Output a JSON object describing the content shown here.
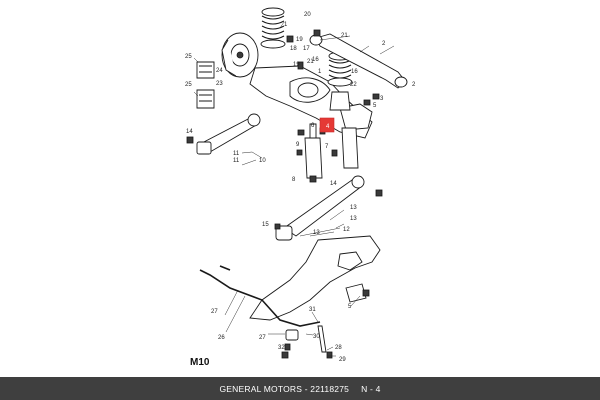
{
  "diagram": {
    "code": "M10",
    "callouts": [
      {
        "id": "c1",
        "text": "1"
      },
      {
        "id": "c20",
        "text": "20"
      },
      {
        "id": "c19a",
        "text": "19"
      },
      {
        "id": "c21a",
        "text": "21"
      },
      {
        "id": "c2a",
        "text": "2"
      },
      {
        "id": "c18",
        "text": "18"
      },
      {
        "id": "c17",
        "text": "17"
      },
      {
        "id": "c16a",
        "text": "16"
      },
      {
        "id": "c19b",
        "text": "19"
      },
      {
        "id": "c21b",
        "text": "21"
      },
      {
        "id": "c25a",
        "text": "25"
      },
      {
        "id": "c24",
        "text": "24"
      },
      {
        "id": "c23",
        "text": "23"
      },
      {
        "id": "c1b",
        "text": "1"
      },
      {
        "id": "c16b",
        "text": "16"
      },
      {
        "id": "c22",
        "text": "22"
      },
      {
        "id": "c2b",
        "text": "2"
      },
      {
        "id": "c25b",
        "text": "25"
      },
      {
        "id": "c3",
        "text": "3"
      },
      {
        "id": "c5a",
        "text": "5"
      },
      {
        "id": "c4",
        "text": "4"
      },
      {
        "id": "c6",
        "text": "6"
      },
      {
        "id": "c14a",
        "text": "14"
      },
      {
        "id": "c9",
        "text": "9"
      },
      {
        "id": "c7",
        "text": "7"
      },
      {
        "id": "c11a",
        "text": "11"
      },
      {
        "id": "c11b",
        "text": "11"
      },
      {
        "id": "c10",
        "text": "10"
      },
      {
        "id": "c8",
        "text": "8"
      },
      {
        "id": "c14b",
        "text": "14"
      },
      {
        "id": "c13a",
        "text": "13"
      },
      {
        "id": "c13b",
        "text": "13"
      },
      {
        "id": "c15",
        "text": "15"
      },
      {
        "id": "c13c",
        "text": "13"
      },
      {
        "id": "c12",
        "text": "12"
      },
      {
        "id": "c5b",
        "text": "5"
      },
      {
        "id": "c27",
        "text": "27"
      },
      {
        "id": "c26",
        "text": "26"
      },
      {
        "id": "c27b",
        "text": "27"
      },
      {
        "id": "c31",
        "text": "31"
      },
      {
        "id": "c30",
        "text": "30"
      },
      {
        "id": "c32",
        "text": "32"
      },
      {
        "id": "c28",
        "text": "28"
      },
      {
        "id": "c29",
        "text": "29"
      }
    ]
  },
  "footer": {
    "brand": "GENERAL MOTORS",
    "separator": "-",
    "part_number": "22118275",
    "position": "N - 4"
  },
  "colors": {
    "highlight": "#e53935",
    "footer_bg": "#3f3f3f"
  }
}
